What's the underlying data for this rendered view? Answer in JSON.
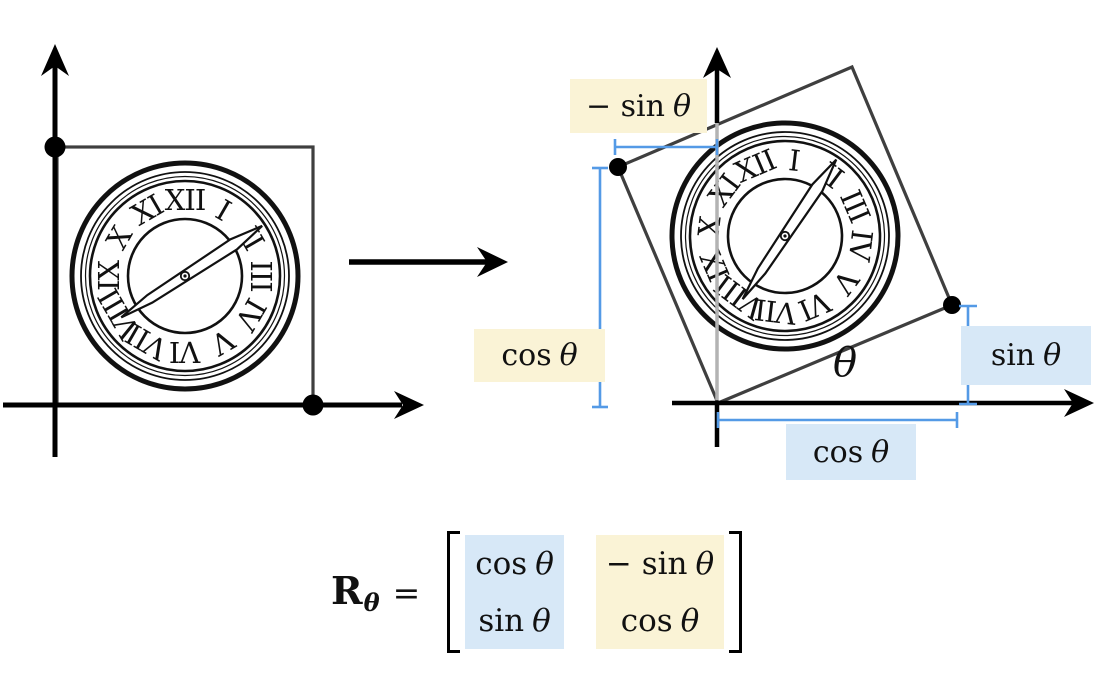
{
  "colors": {
    "highlight_yellow": "#faf3d6",
    "highlight_blue": "#d7e8f7",
    "measure_blue": "#549ae6",
    "square_stroke": "#3f3f3f",
    "axis_gray": "#b3b3b3",
    "ink": "#000000"
  },
  "clock": {
    "numerals": [
      "XII",
      "I",
      "II",
      "III",
      "IV",
      "V",
      "VI",
      "VII",
      "VIII",
      "IX",
      "X",
      "XI"
    ]
  },
  "right_diagram": {
    "labels": {
      "neg_sin": {
        "prefix": "− sin",
        "theta": "θ"
      },
      "cos_left": {
        "prefix": "cos",
        "theta": "θ"
      },
      "sin_right": {
        "prefix": "sin",
        "theta": "θ"
      },
      "cos_bottom": {
        "prefix": "cos",
        "theta": "θ"
      },
      "angle": {
        "theta": "θ"
      }
    }
  },
  "formula": {
    "name": "R",
    "sub": "θ",
    "eq": "=",
    "cells": {
      "r1c1": {
        "fn": "cos",
        "th": "θ"
      },
      "r1c2": {
        "fn": "− sin",
        "th": "θ"
      },
      "r2c1": {
        "fn": "sin",
        "th": "θ"
      },
      "r2c2": {
        "fn": "cos",
        "th": "θ"
      }
    }
  }
}
